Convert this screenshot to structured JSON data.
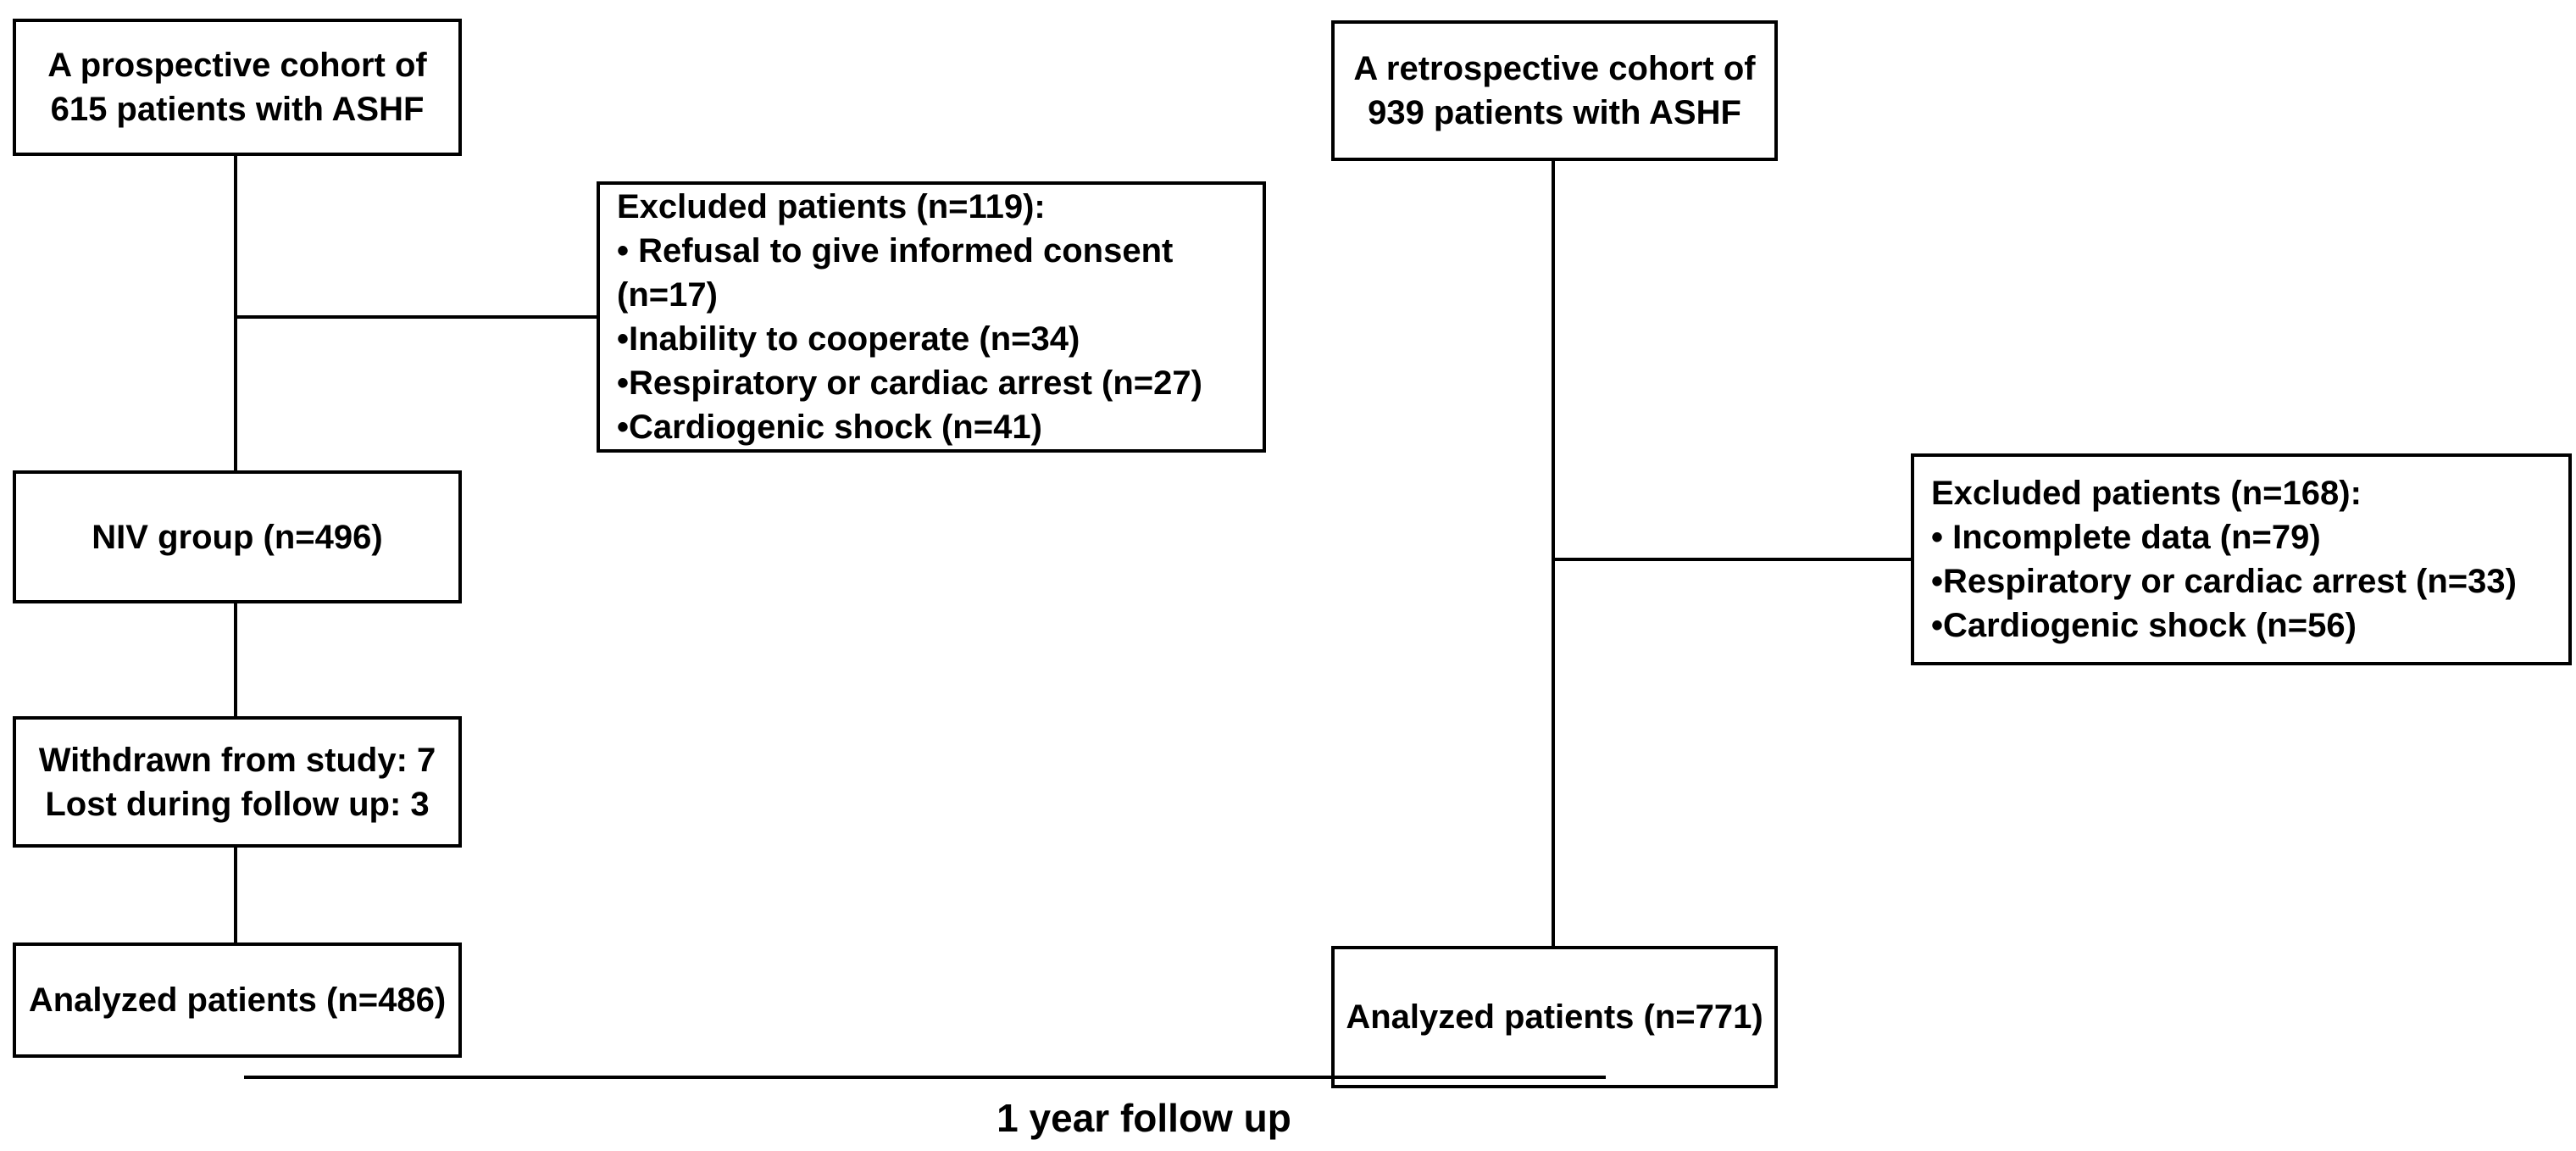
{
  "diagram": {
    "left": {
      "cohort": {
        "line1": "A prospective cohort of",
        "line2": "615 patients with ASHF"
      },
      "excluded": {
        "lines": [
          "Excluded patients (n=119):",
          "• Refusal to give informed consent",
          "(n=17)",
          "•Inability to cooperate (n=34)",
          "•Respiratory or cardiac arrest (n=27)",
          "•Cardiogenic shock (n=41)"
        ]
      },
      "niv": {
        "label": "NIV group (n=496)"
      },
      "withdrawn": {
        "line1": "Withdrawn from study: 7",
        "line2": "Lost during follow up: 3"
      },
      "analyzed": {
        "label": "Analyzed patients (n=486)"
      }
    },
    "right": {
      "cohort": {
        "line1": "A retrospective cohort of",
        "line2": "939 patients with ASHF"
      },
      "excluded": {
        "lines": [
          "Excluded patients (n=168):",
          "• Incomplete data (n=79)",
          "•Respiratory or cardiac arrest (n=33)",
          "•Cardiogenic shock (n=56)"
        ]
      },
      "analyzed": {
        "label": "Analyzed patients (n=771)"
      }
    },
    "footer": {
      "label": "1 year follow up"
    },
    "colors": {
      "border": "#000000",
      "background": "#ffffff",
      "text": "#000000"
    }
  }
}
